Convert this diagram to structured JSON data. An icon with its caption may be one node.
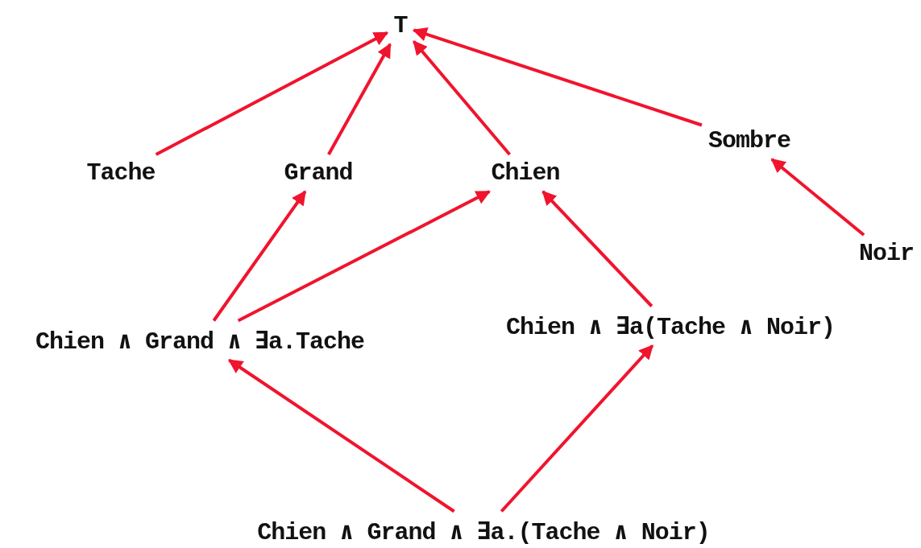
{
  "diagram": {
    "nodes": [
      {
        "text": [
          "T"
        ]
      },
      {
        "text": [
          "Tache"
        ]
      },
      {
        "text": [
          "Grand"
        ]
      },
      {
        "text": [
          "Chien"
        ]
      },
      {
        "text": [
          "Sombre"
        ]
      },
      {
        "text": [
          "Noir"
        ]
      },
      {
        "text": [
          "Chien ∧ Grand ∧ ∃a.Tache"
        ]
      },
      {
        "text": [
          "Chien ∧ ∃a(Tache ∧ Noir)"
        ]
      },
      {
        "text": [
          "Chien ∧ Grand ∧ ∃a.(Tache ∧ Noir)"
        ]
      }
    ],
    "edges": [
      {
        "from": 1,
        "to": 0,
        "arrow": "to"
      },
      {
        "from": 2,
        "to": 0,
        "arrow": "to"
      },
      {
        "from": 3,
        "to": 0,
        "arrow": "to"
      },
      {
        "from": 4,
        "to": 0,
        "arrow": "to"
      },
      {
        "from": 5,
        "to": 4,
        "arrow": "to"
      },
      {
        "from": 6,
        "to": 2,
        "arrow": "to"
      },
      {
        "from": 6,
        "to": 3,
        "arrow": "to"
      },
      {
        "from": 7,
        "to": 3,
        "arrow": "to"
      },
      {
        "from": 8,
        "to": 6,
        "arrow": "to"
      },
      {
        "from": 8,
        "to": 7,
        "arrow": "to"
      }
    ]
  }
}
